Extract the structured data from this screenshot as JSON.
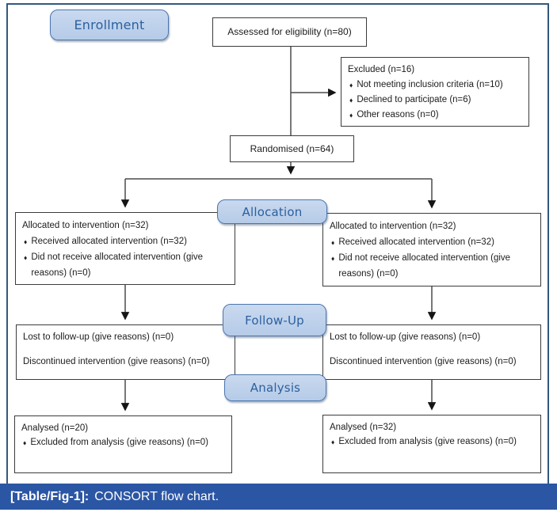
{
  "glyphs": {
    "bullet": "♦"
  },
  "colors": {
    "stage_fill_top": "#c9d9ef",
    "stage_fill": "#b5cbe8",
    "stage_border": "#4b76ae",
    "stage_text": "#2b609f",
    "caption_bar": "#2b56a4",
    "outer_border": "#33587d",
    "line_color": "#4a4a4a"
  },
  "stages": {
    "enrollment": "Enrollment",
    "allocation": "Allocation",
    "followup": "Follow-Up",
    "analysis": "Analysis"
  },
  "boxes": {
    "assessed": {
      "text": "Assessed for eligibility (n=80)"
    },
    "excluded": {
      "title": "Excluded (n=16)",
      "items": [
        "Not meeting inclusion criteria (n=10)",
        "Declined to participate (n=6)",
        "Other reasons (n=0)"
      ]
    },
    "randomised": {
      "text": "Randomised (n=64)"
    },
    "allocation_left": {
      "title": "Allocated to intervention (n=32)",
      "items": [
        "Received allocated intervention (n=32)",
        "Did not receive allocated intervention (give reasons) (n=0)"
      ]
    },
    "allocation_right": {
      "title": "Allocated to intervention (n=32)",
      "items": [
        "Received allocated intervention (n=32)",
        "Did not receive allocated intervention (give reasons) (n=0)"
      ]
    },
    "followup_left": {
      "lines": [
        "Lost to follow-up (give reasons) (n=0)",
        "Discontinued intervention (give reasons) (n=0)"
      ]
    },
    "followup_right": {
      "lines": [
        "Lost to follow-up (give reasons) (n=0)",
        "Discontinued intervention (give reasons) (n=0)"
      ]
    },
    "analysed_left": {
      "title": "Analysed (n=20)",
      "items": [
        "Excluded from analysis (give reasons) (n=0)"
      ]
    },
    "analysed_right": {
      "title": "Analysed (n=32)",
      "items": [
        "Excluded from analysis (give reasons) (n=0)"
      ]
    }
  },
  "caption": {
    "label": "[Table/Fig-1]:",
    "text": "CONSORT flow chart."
  }
}
